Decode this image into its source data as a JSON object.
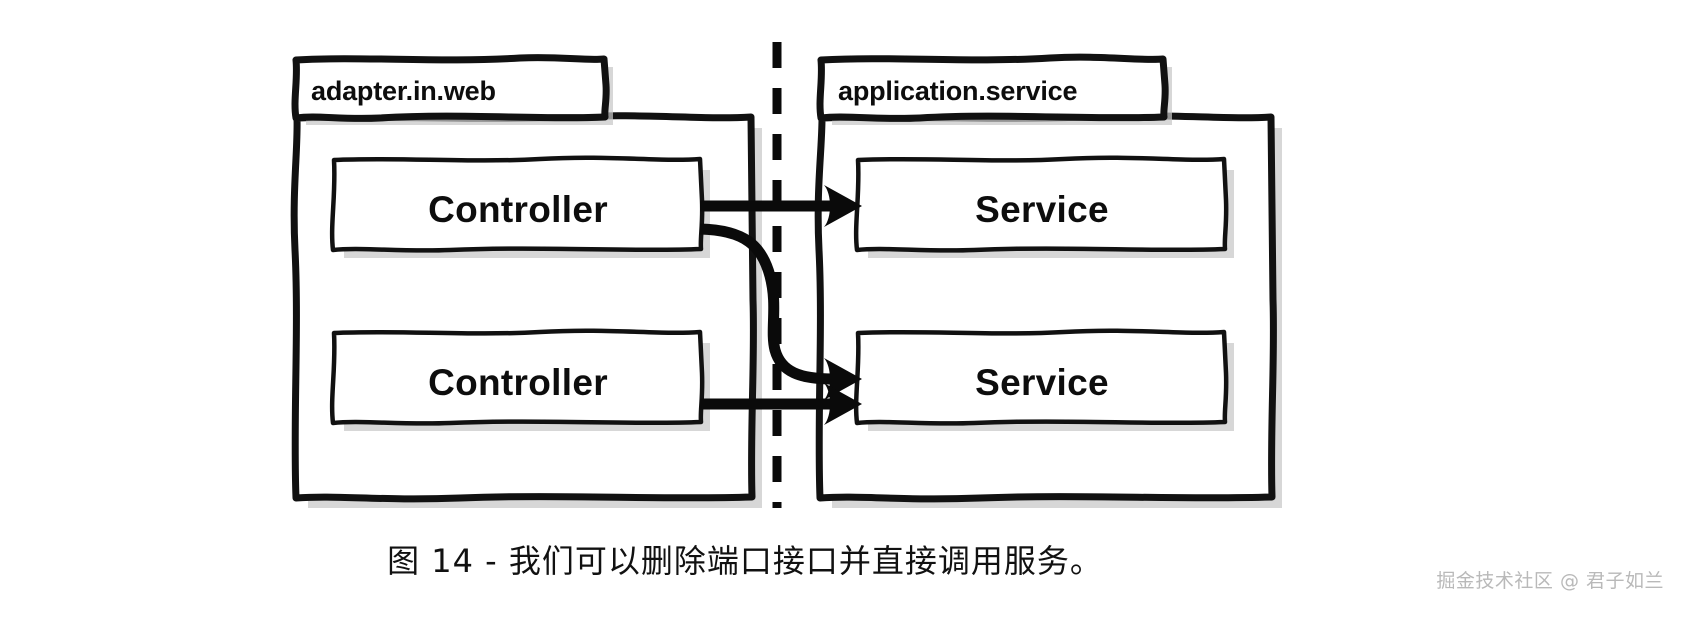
{
  "diagram": {
    "type": "uml-package-diagram",
    "style": "hand-drawn-sketch",
    "background_color": "#ffffff",
    "stroke_color": "#111111",
    "shadow_color": "#c8c8c8",
    "packages": [
      {
        "id": "left-package",
        "tab_label": "adapter.in.web",
        "boxes": [
          {
            "id": "controller-top",
            "label": "Controller"
          },
          {
            "id": "controller-bottom",
            "label": "Controller"
          }
        ]
      },
      {
        "id": "right-package",
        "tab_label": "application.service",
        "boxes": [
          {
            "id": "service-top",
            "label": "Service"
          },
          {
            "id": "service-bottom",
            "label": "Service"
          }
        ]
      }
    ],
    "divider": {
      "id": "vertical-dashed-divider",
      "orientation": "vertical",
      "style": "dashed"
    },
    "connections": [
      {
        "id": "conn-1",
        "from": "controller-top",
        "to": "service-top",
        "shape": "straight",
        "arrow": "open-filled"
      },
      {
        "id": "conn-2",
        "from": "controller-top",
        "to": "service-bottom",
        "shape": "curved-s",
        "arrow": "open-filled"
      },
      {
        "id": "conn-3",
        "from": "controller-bottom",
        "to": "service-bottom",
        "shape": "straight",
        "arrow": "open-filled"
      }
    ]
  },
  "caption": {
    "text": "图 14 - 我们可以删除端口接口并直接调用服务。"
  },
  "watermark": {
    "text": "掘金技术社区 @ 君子如兰"
  }
}
